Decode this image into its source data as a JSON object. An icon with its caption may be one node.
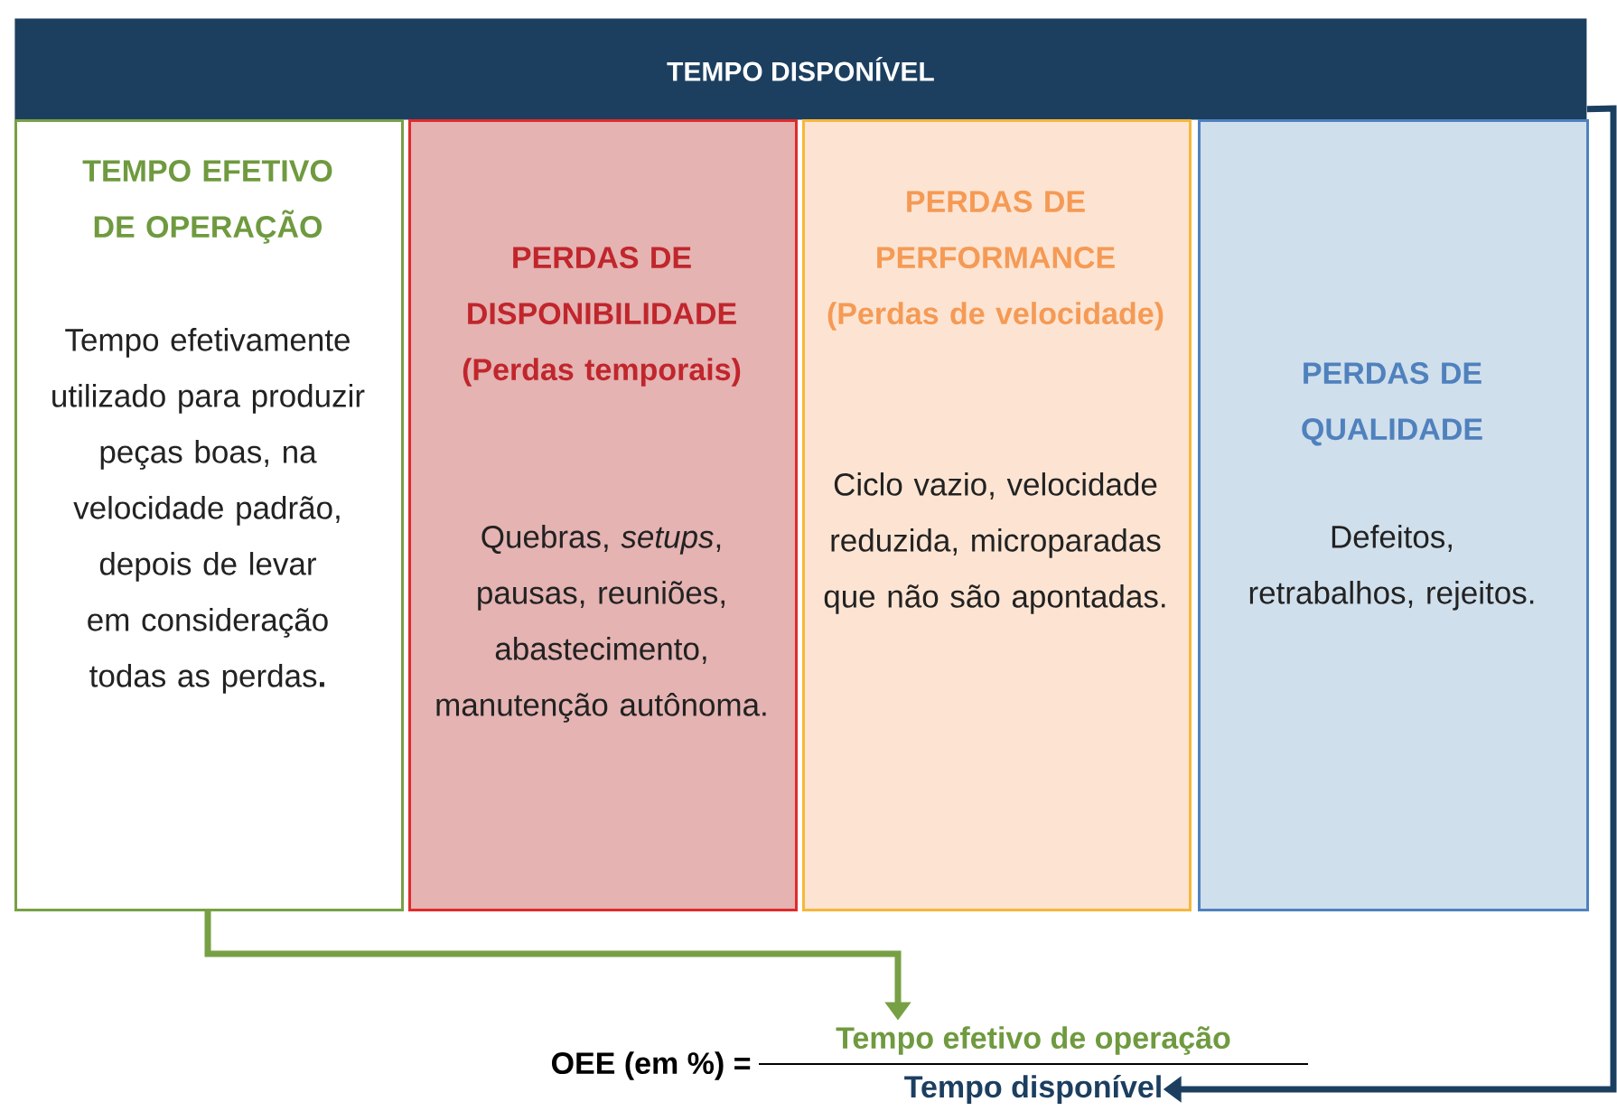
{
  "diagram": {
    "nodes": [
      {
        "text": [
          "TEMPO DISPONÍVEL"
        ]
      },
      {
        "text": [
          "TEMPO EFETIVO DE OPERAÇÃO",
          "Tempo efetivamente utilizado para produzir peças boas, na velocidade padrão, depois de levar em consideração todas as perdas**.**"
        ]
      },
      {
        "text": [
          "PERDAS DE DISPONIBILIDADE (Perdas temporais)",
          "Quebras, *setups*, pausas, reuniões, abastecimento, manutenção autônoma."
        ]
      },
      {
        "text": [
          "PERDAS DE PERFORMANCE (Perdas de velocidade)",
          "Ciclo vazio, velocidade reduzida, microparadas que não são apontadas."
        ]
      },
      {
        "text": [
          "PERDAS DE QUALIDADE",
          "Defeitos, retrabalhos, rejeitos."
        ]
      },
      {
        "text": [
          "Tempo efetivo de operação"
        ]
      },
      {
        "text": [
          "Tempo disponível"
        ]
      }
    ],
    "edges": [
      {
        "from": 1,
        "to": 5,
        "arrow": "to",
        "color": "#77a044"
      },
      {
        "from": 0,
        "to": 6,
        "arrow": "to",
        "color": "#1c3f60"
      }
    ],
    "labels": [
      "OEE (em %) ="
    ]
  }
}
